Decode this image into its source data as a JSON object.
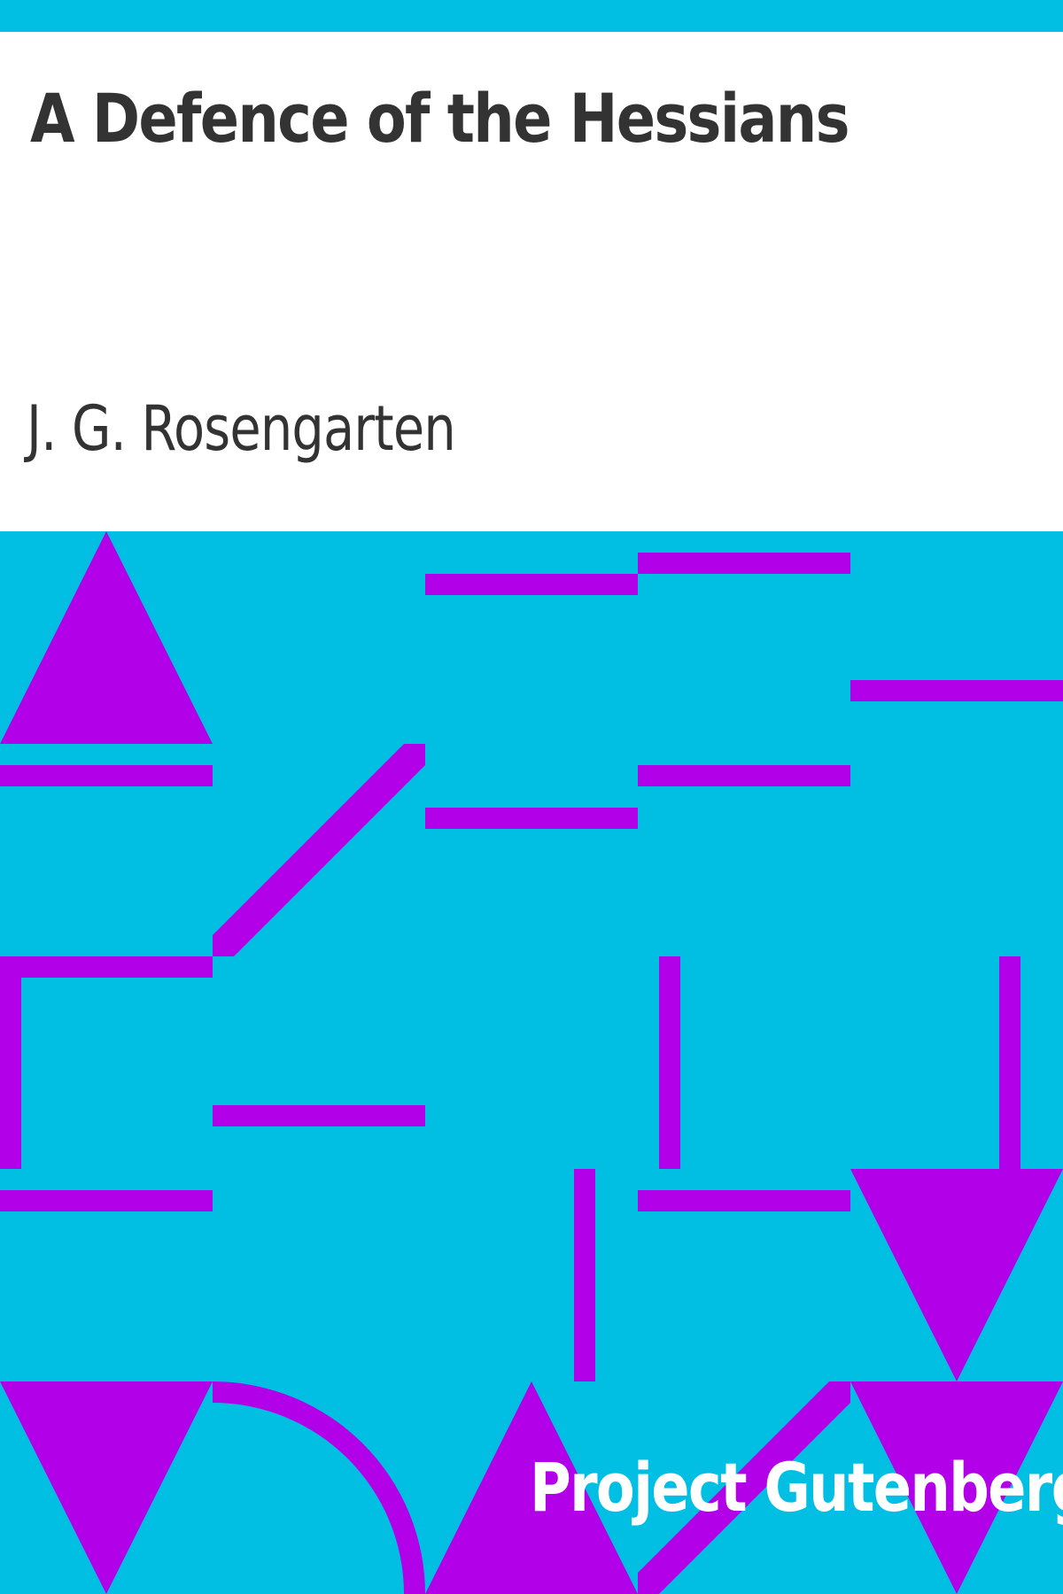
{
  "book": {
    "title": "A Defence of the Hessians",
    "author": "J. G. Rosengarten",
    "publisher": "Project Gutenberg"
  },
  "colors": {
    "background": "#ffffff",
    "band": "#00bfe2",
    "pattern": "#b200e8",
    "title_text": "#333333",
    "publisher_text": "#ffffff"
  }
}
